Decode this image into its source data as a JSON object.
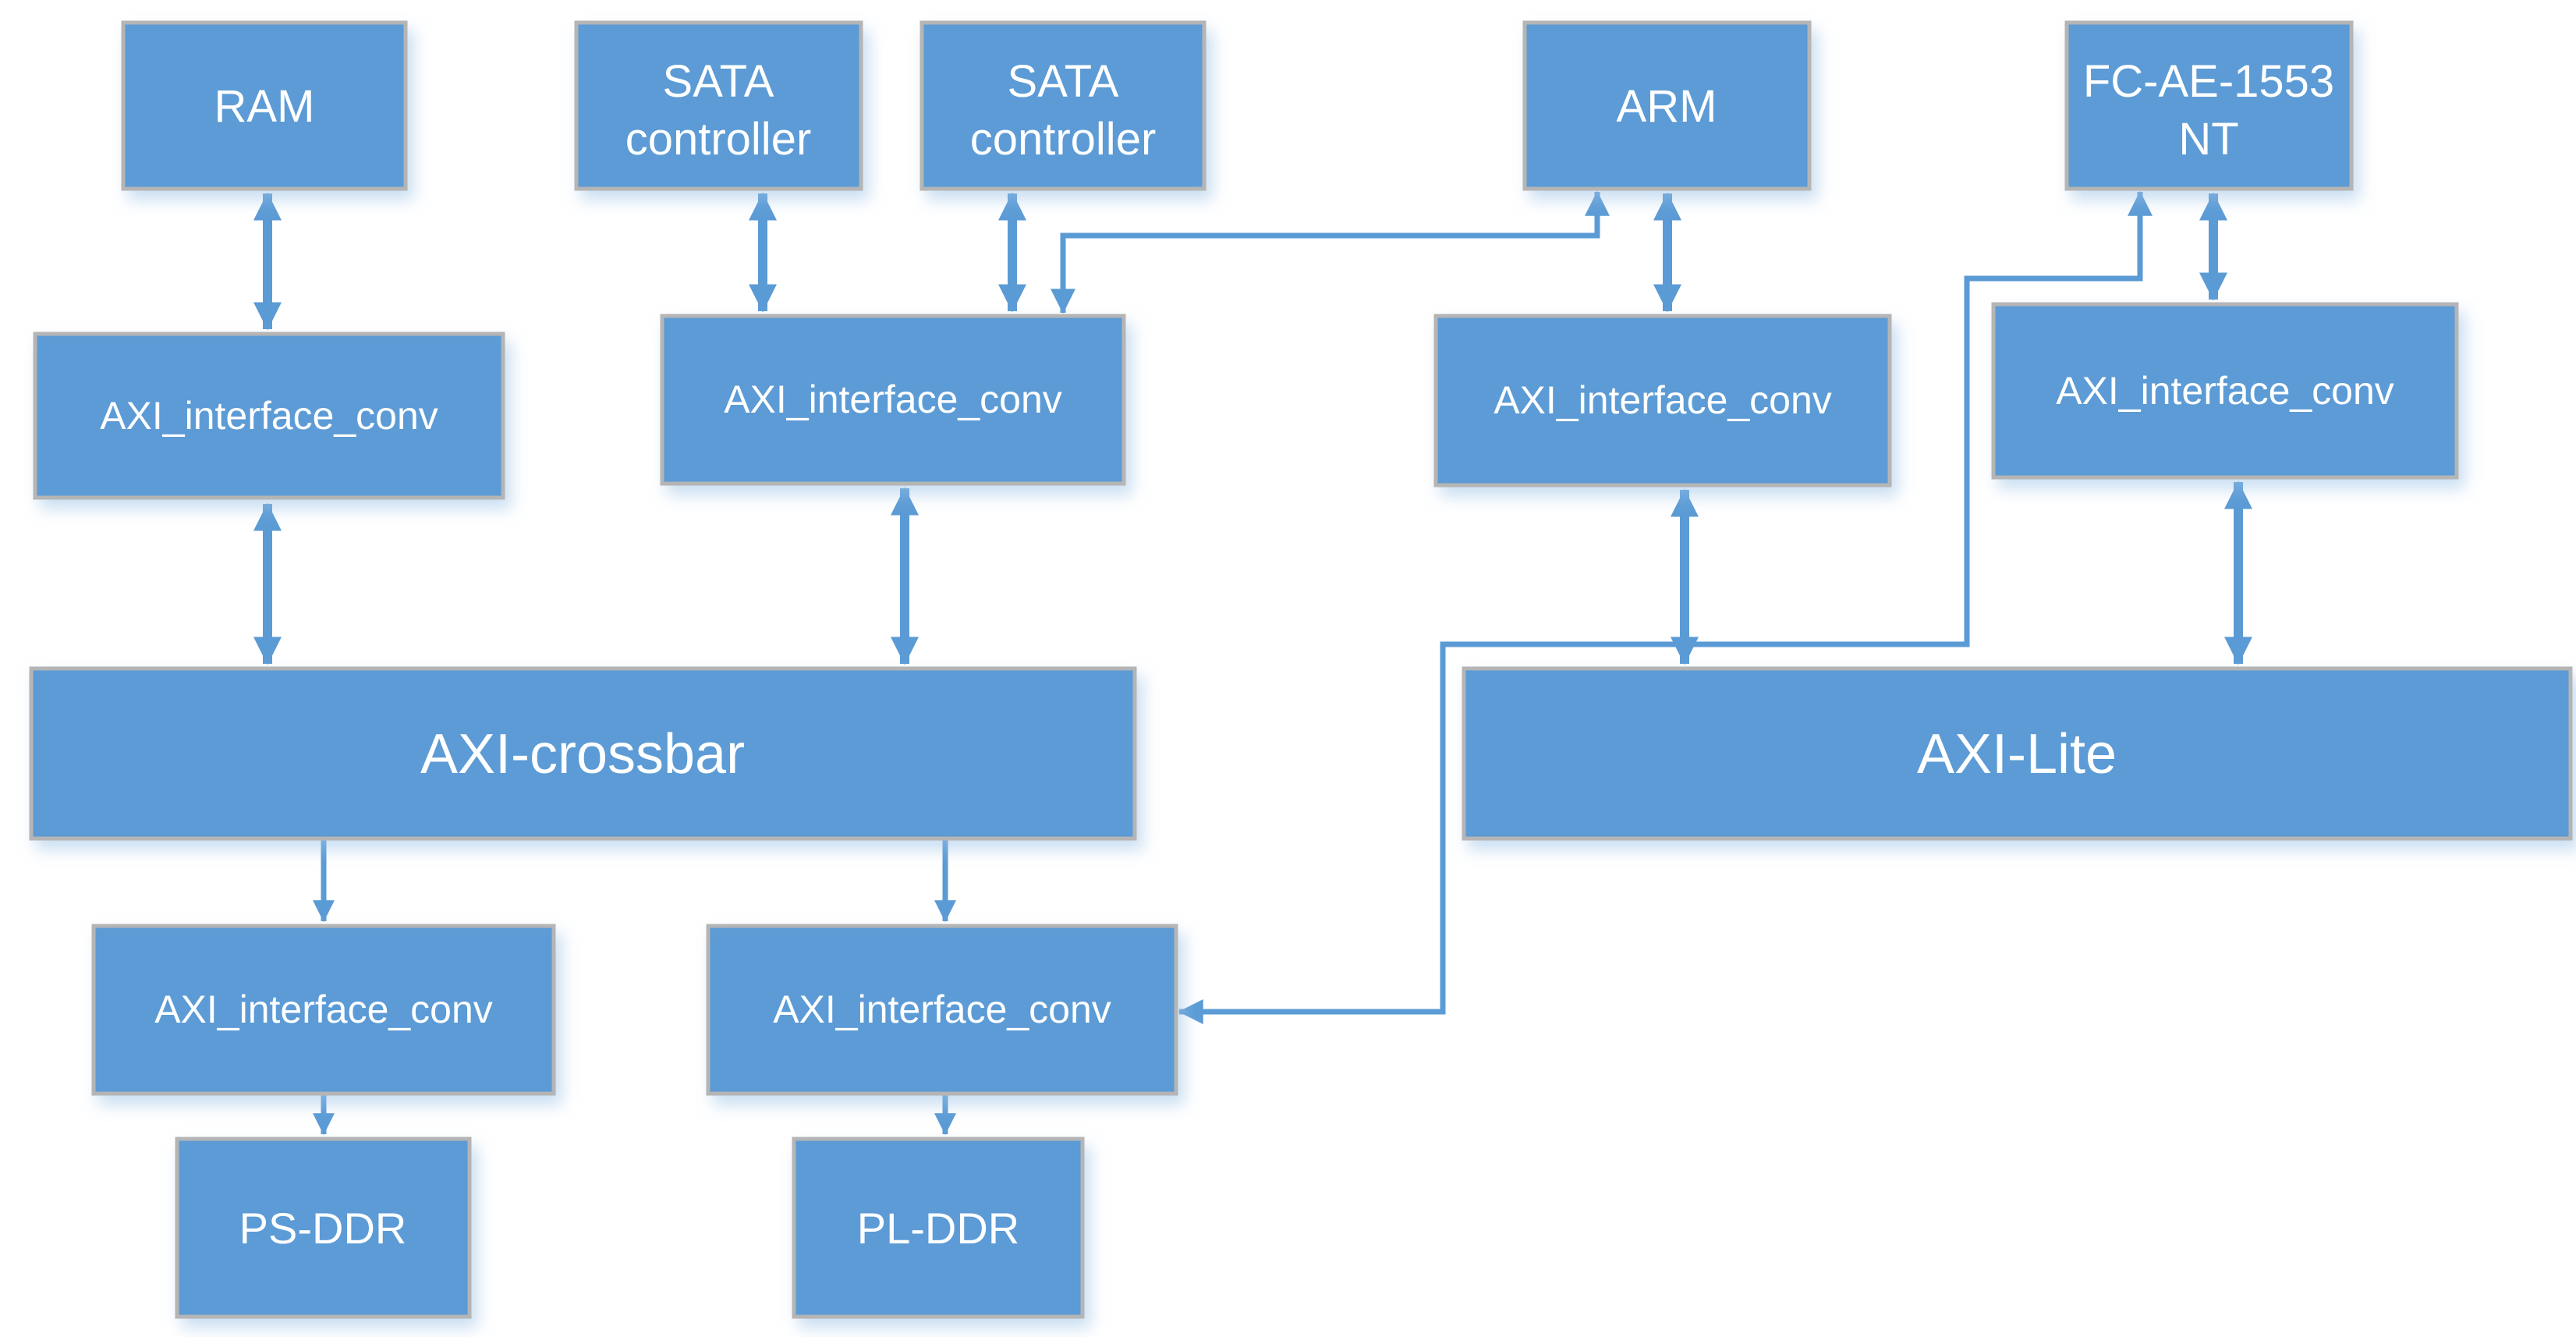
{
  "colors": {
    "box_fill": "#5B9BD5",
    "box_border": "#B5B5B5",
    "arrow": "#5B9BD5",
    "label_text": "#FFFFFF",
    "background": "#FFFFFF"
  },
  "nodes": {
    "ram": {
      "label": "RAM"
    },
    "sata1": {
      "line1": "SATA",
      "line2": "controller"
    },
    "sata2": {
      "line1": "SATA",
      "line2": "controller"
    },
    "arm": {
      "label": "ARM"
    },
    "fc_ae_1553_nt": {
      "line1": "FC-AE-1553",
      "line2": "NT"
    },
    "conv_ram": {
      "label": "AXI_interface_conv"
    },
    "conv_sata": {
      "label": "AXI_interface_conv"
    },
    "conv_arm": {
      "label": "AXI_interface_conv"
    },
    "conv_fc": {
      "label": "AXI_interface_conv"
    },
    "axi_crossbar": {
      "label": "AXI-crossbar"
    },
    "axi_lite": {
      "label": "AXI-Lite"
    },
    "conv_ps_ddr": {
      "label": "AXI_interface_conv"
    },
    "conv_pl_ddr": {
      "label": "AXI_interface_conv"
    },
    "ps_ddr": {
      "label": "PS-DDR"
    },
    "pl_ddr": {
      "label": "PL-DDR"
    }
  },
  "edges": [
    {
      "from": "ram",
      "to": "conv_ram",
      "style": "double-arrow"
    },
    {
      "from": "sata1",
      "to": "conv_sata",
      "style": "double-arrow"
    },
    {
      "from": "sata2",
      "to": "conv_sata",
      "style": "double-arrow"
    },
    {
      "from": "arm",
      "to": "conv_sata",
      "style": "double-arrow-routed"
    },
    {
      "from": "arm",
      "to": "conv_arm",
      "style": "double-arrow"
    },
    {
      "from": "fc_ae_1553_nt",
      "to": "conv_fc",
      "style": "double-arrow"
    },
    {
      "from": "conv_ram",
      "to": "axi_crossbar",
      "style": "double-arrow"
    },
    {
      "from": "conv_sata",
      "to": "axi_crossbar",
      "style": "double-arrow"
    },
    {
      "from": "conv_arm",
      "to": "axi_lite",
      "style": "double-arrow"
    },
    {
      "from": "conv_fc",
      "to": "axi_lite",
      "style": "double-arrow"
    },
    {
      "from": "axi_crossbar",
      "to": "conv_ps_ddr",
      "style": "single-arrow"
    },
    {
      "from": "axi_crossbar",
      "to": "conv_pl_ddr",
      "style": "single-arrow"
    },
    {
      "from": "conv_ps_ddr",
      "to": "ps_ddr",
      "style": "single-arrow"
    },
    {
      "from": "conv_pl_ddr",
      "to": "pl_ddr",
      "style": "single-arrow"
    },
    {
      "from": "fc_ae_1553_nt",
      "to": "conv_pl_ddr",
      "style": "double-arrow-routed"
    }
  ]
}
